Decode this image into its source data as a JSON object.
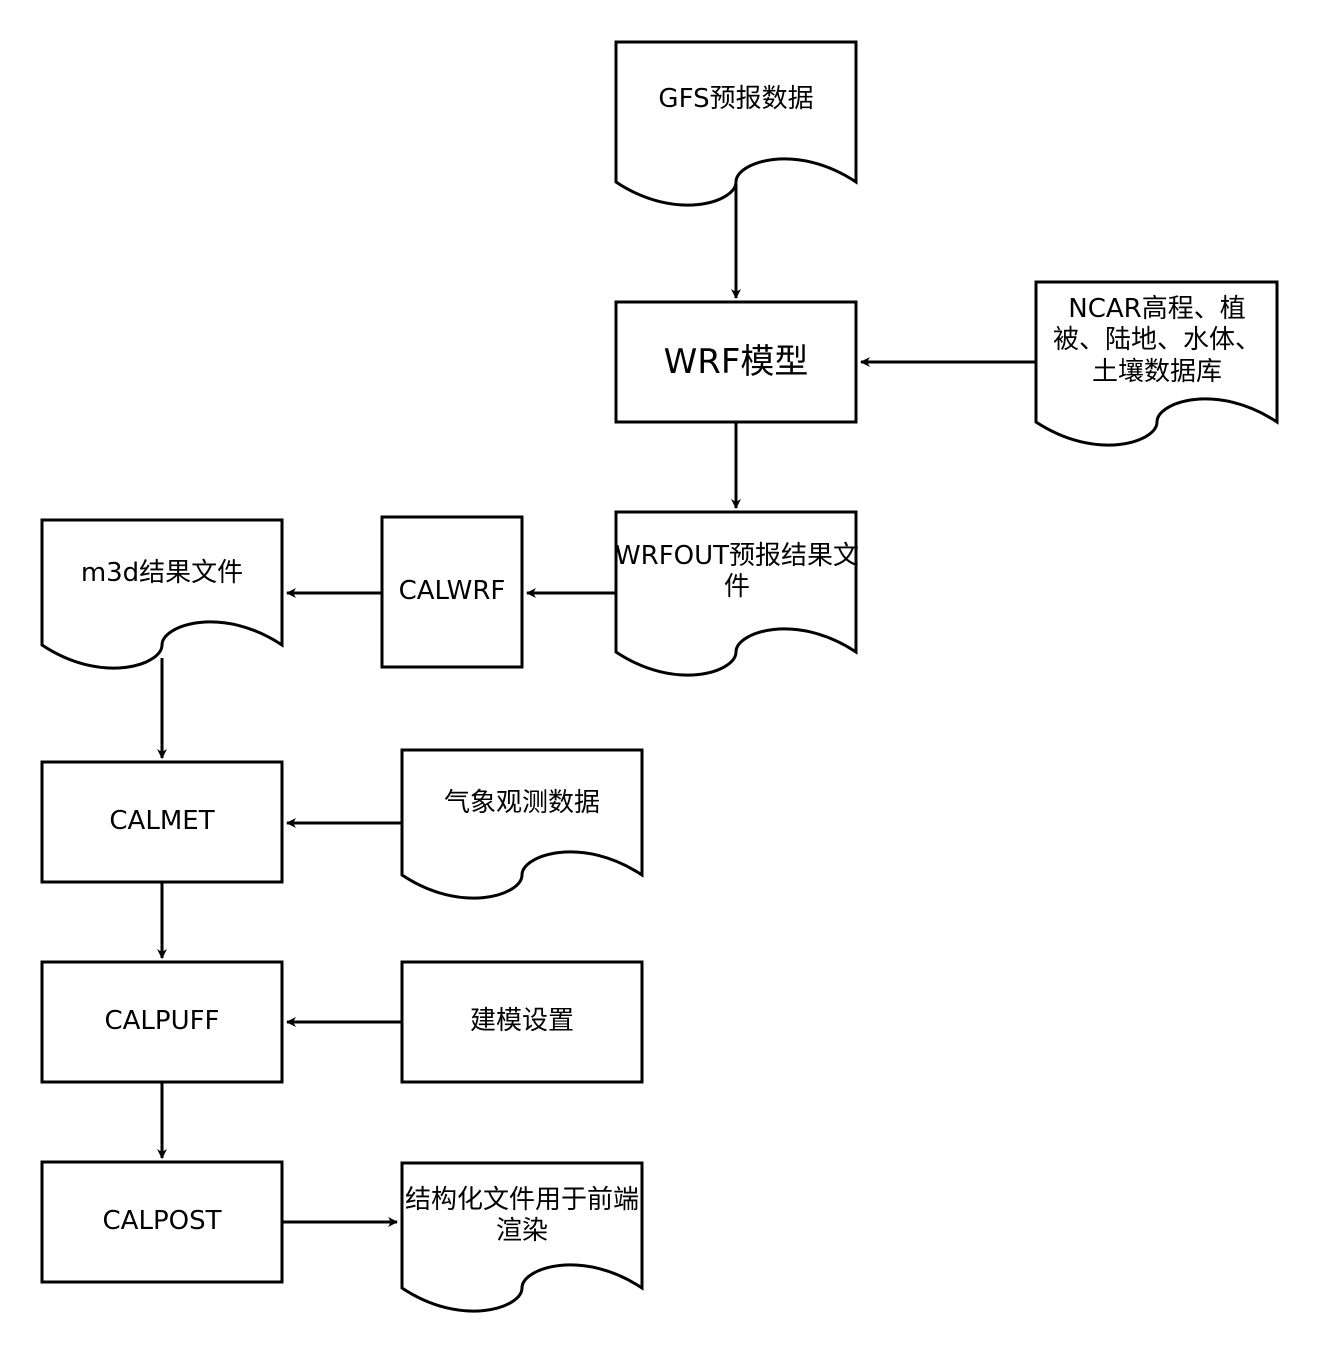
{
  "nodes": {
    "gfs": "GFS预报数据",
    "wrf_model": "WRF模型",
    "ncar_db": "NCAR高程、植被、陆地、水体、土壤数据库",
    "wrfout": "WRFOUT预报结果文件",
    "calwrf": "CALWRF",
    "m3d": "m3d结果文件",
    "calmet": "CALMET",
    "met_obs": "气象观测数据",
    "calpuff": "CALPUFF",
    "model_settings": "建模设置",
    "calpost": "CALPOST",
    "structured_output": "结构化文件用于前端渲染"
  }
}
